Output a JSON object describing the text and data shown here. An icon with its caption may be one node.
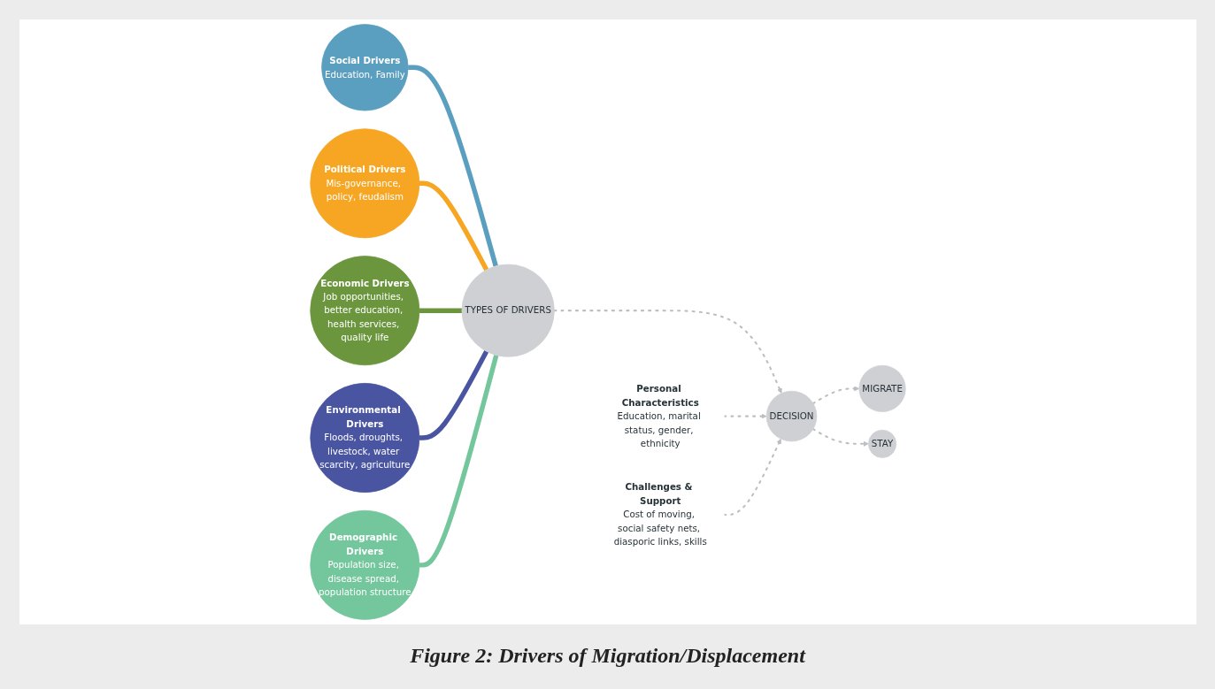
{
  "diagram": {
    "caption": "Figure 2:  Drivers of Migration/Displacement",
    "nodes": [
      {
        "text": [
          "Social Drivers",
          "Education, Family"
        ]
      },
      {
        "text": [
          "Political Drivers",
          "Mis-governance, policy, feudalism"
        ]
      },
      {
        "text": [
          "Personal Characteristics",
          "Education, marital status, gender, ethnicity"
        ]
      },
      {
        "text": [
          "Economic Drivers",
          "Job opportunities, better education, health services, quality life"
        ]
      },
      {
        "text": [
          "TYPES OF DRIVERS"
        ]
      },
      {
        "text": [
          "DECISION"
        ]
      },
      {
        "text": [
          "MIGRATE"
        ]
      },
      {
        "text": [
          "Environmental Drivers",
          "Floods, droughts, livestock, water scarcity, agriculture"
        ]
      },
      {
        "text": [
          "STAY"
        ]
      },
      {
        "text": [
          "Demographic Drivers",
          "Population size, disease spread, population structure"
        ]
      },
      {
        "text": [
          "Challenges & Support",
          "Cost of moving, social safety nets, diasporic links, skills"
        ]
      }
    ],
    "edges": [
      {
        "from": 0,
        "to": 4,
        "arrow": "none",
        "style": "thick",
        "color": "#5b9fc0"
      },
      {
        "from": 1,
        "to": 4,
        "arrow": "none",
        "style": "thick",
        "color": "#f6a623"
      },
      {
        "from": 3,
        "to": 4,
        "arrow": "none",
        "style": "thick",
        "color": "#6b963e"
      },
      {
        "from": 7,
        "to": 4,
        "arrow": "none",
        "style": "thick",
        "color": "#4a55a2"
      },
      {
        "from": 9,
        "to": 4,
        "arrow": "none",
        "style": "thick",
        "color": "#74c69d"
      },
      {
        "from": 4,
        "to": 5,
        "arrow": "to",
        "style": "dashed"
      },
      {
        "from": 2,
        "to": 5,
        "arrow": "to",
        "style": "dashed"
      },
      {
        "from": 10,
        "to": 5,
        "arrow": "to",
        "style": "dashed"
      },
      {
        "from": 5,
        "to": 6,
        "arrow": "to",
        "style": "dashed"
      },
      {
        "from": 5,
        "to": 8,
        "arrow": "to",
        "style": "dashed"
      }
    ]
  }
}
